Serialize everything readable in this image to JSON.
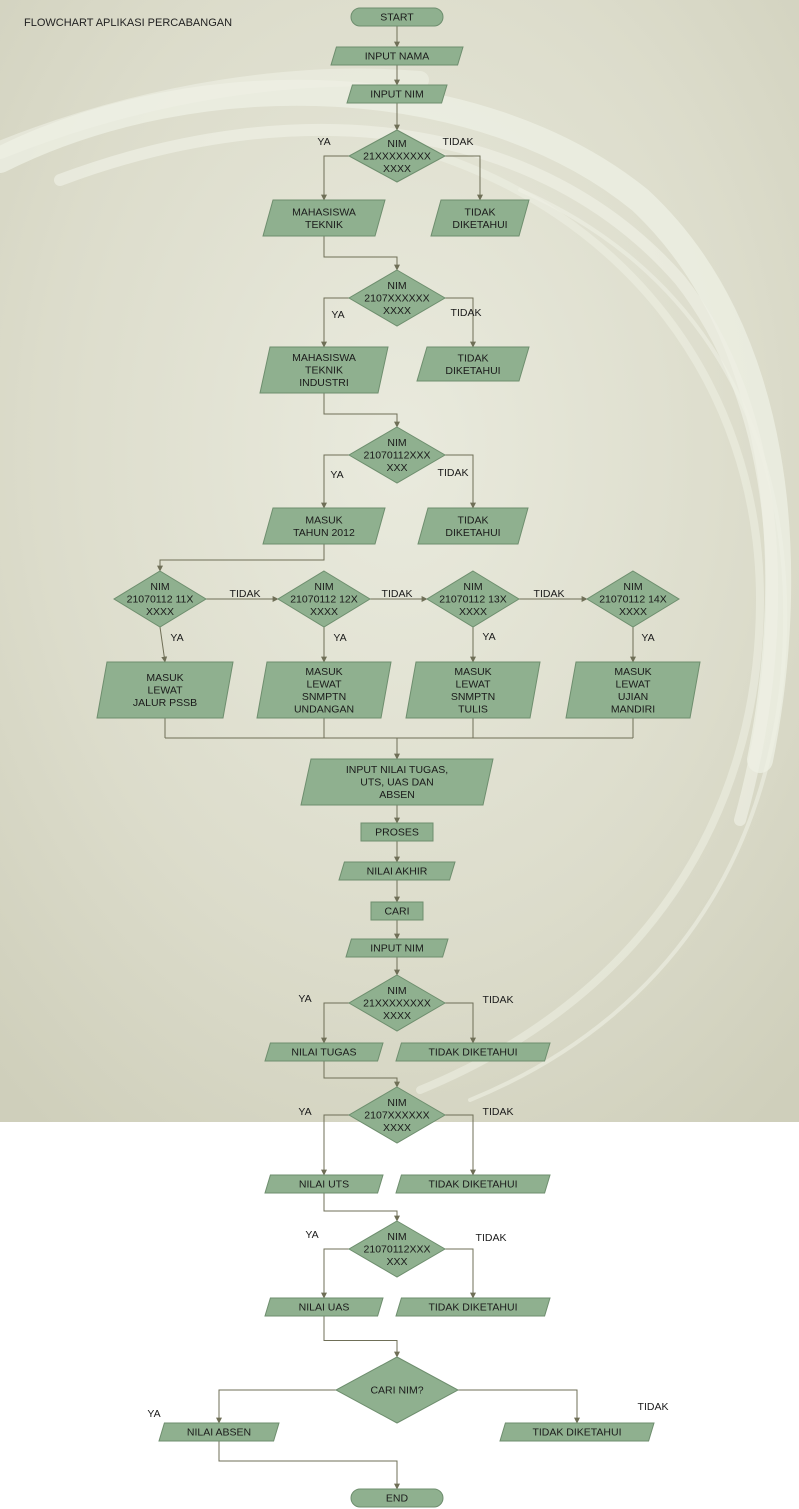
{
  "title": "FLOWCHART APLIKASI PERCABANGAN",
  "colors": {
    "shape_fill": "#8fb08f",
    "shape_stroke": "#6e8e6e",
    "connector": "#6f6f57",
    "background_band": "#d8d9c7",
    "swirl": "#eceee2"
  },
  "nodes": [
    {
      "id": "start",
      "type": "terminator",
      "lines": [
        "START"
      ]
    },
    {
      "id": "input_nama",
      "type": "io",
      "lines": [
        "INPUT NAMA"
      ]
    },
    {
      "id": "input_nim_1",
      "type": "io",
      "lines": [
        "INPUT NIM"
      ]
    },
    {
      "id": "dec_nim_21",
      "type": "decision",
      "lines": [
        "NIM",
        "21XXXXXXXX",
        "XXXX"
      ]
    },
    {
      "id": "mhs_teknik",
      "type": "io",
      "lines": [
        "MAHASISWA",
        "TEKNIK"
      ]
    },
    {
      "id": "tidak_1",
      "type": "io",
      "lines": [
        "TIDAK",
        "DIKETAHUI"
      ]
    },
    {
      "id": "dec_nim_2107",
      "type": "decision",
      "lines": [
        "NIM",
        "2107XXXXXX",
        "XXXX"
      ]
    },
    {
      "id": "mhs_industri",
      "type": "io",
      "lines": [
        "MAHASISWA",
        "TEKNIK",
        "INDUSTRI"
      ]
    },
    {
      "id": "tidak_2",
      "type": "io",
      "lines": [
        "TIDAK",
        "DIKETAHUI"
      ]
    },
    {
      "id": "dec_nim_21070112",
      "type": "decision",
      "lines": [
        "NIM",
        "21070112XXX",
        "XXX"
      ]
    },
    {
      "id": "masuk_2012",
      "type": "io",
      "lines": [
        "MASUK",
        "TAHUN 2012"
      ]
    },
    {
      "id": "tidak_3",
      "type": "io",
      "lines": [
        "TIDAK",
        "DIKETAHUI"
      ]
    },
    {
      "id": "dec_1211",
      "type": "decision",
      "lines": [
        "NIM",
        "21070112 11X",
        "XXXX"
      ]
    },
    {
      "id": "dec_1212",
      "type": "decision",
      "lines": [
        "NIM",
        "21070112 12X",
        "XXXX"
      ]
    },
    {
      "id": "dec_1213",
      "type": "decision",
      "lines": [
        "NIM",
        "21070112 13X",
        "XXXX"
      ]
    },
    {
      "id": "dec_1214",
      "type": "decision",
      "lines": [
        "NIM",
        "21070112 14X",
        "XXXX"
      ]
    },
    {
      "id": "pssb",
      "type": "io",
      "lines": [
        "MASUK",
        "LEWAT",
        "JALUR PSSB"
      ]
    },
    {
      "id": "snmptn_undangan",
      "type": "io",
      "lines": [
        "MASUK",
        "LEWAT",
        "SNMPTN",
        "UNDANGAN"
      ]
    },
    {
      "id": "snmptn_tulis",
      "type": "io",
      "lines": [
        "MASUK",
        "LEWAT",
        "SNMPTN",
        "TULIS"
      ]
    },
    {
      "id": "ujian_mandiri",
      "type": "io",
      "lines": [
        "MASUK",
        "LEWAT",
        "UJIAN",
        "MANDIRI"
      ]
    },
    {
      "id": "input_nilai",
      "type": "io",
      "lines": [
        "INPUT NILAI TUGAS,",
        "UTS, UAS DAN",
        "ABSEN"
      ]
    },
    {
      "id": "proses",
      "type": "process",
      "lines": [
        "PROSES"
      ]
    },
    {
      "id": "nilai_akhir",
      "type": "io",
      "lines": [
        "NILAI AKHIR"
      ]
    },
    {
      "id": "cari",
      "type": "process",
      "lines": [
        "CARI"
      ]
    },
    {
      "id": "input_nim_2",
      "type": "io",
      "lines": [
        "INPUT NIM"
      ]
    },
    {
      "id": "dec2_nim_21",
      "type": "decision",
      "lines": [
        "NIM",
        "21XXXXXXXX",
        "XXXX"
      ]
    },
    {
      "id": "nilai_tugas",
      "type": "io",
      "lines": [
        "NILAI TUGAS"
      ]
    },
    {
      "id": "tidak_4",
      "type": "io",
      "lines": [
        "TIDAK DIKETAHUI"
      ]
    },
    {
      "id": "dec2_nim_2107",
      "type": "decision",
      "lines": [
        "NIM",
        "2107XXXXXX",
        "XXXX"
      ]
    },
    {
      "id": "nilai_uts",
      "type": "io",
      "lines": [
        "NILAI UTS"
      ]
    },
    {
      "id": "tidak_5",
      "type": "io",
      "lines": [
        "TIDAK DIKETAHUI"
      ]
    },
    {
      "id": "dec2_nim_21070112",
      "type": "decision",
      "lines": [
        "NIM",
        "21070112XXX",
        "XXX"
      ]
    },
    {
      "id": "nilai_uas",
      "type": "io",
      "lines": [
        "NILAI UAS"
      ]
    },
    {
      "id": "tidak_6",
      "type": "io",
      "lines": [
        "TIDAK DIKETAHUI"
      ]
    },
    {
      "id": "dec_cari",
      "type": "decision",
      "lines": [
        "CARI NIM?"
      ]
    },
    {
      "id": "nilai_absen",
      "type": "io",
      "lines": [
        "NILAI ABSEN"
      ]
    },
    {
      "id": "tidak_7",
      "type": "io",
      "lines": [
        "TIDAK DIKETAHUI"
      ]
    },
    {
      "id": "end",
      "type": "terminator",
      "lines": [
        "END"
      ]
    }
  ],
  "edge_labels": [
    {
      "id": "d1_ya",
      "text": "YA"
    },
    {
      "id": "d1_tidak",
      "text": "TIDAK"
    },
    {
      "id": "d2_ya",
      "text": "YA"
    },
    {
      "id": "d2_tidak",
      "text": "TIDAK"
    },
    {
      "id": "d3_ya",
      "text": "YA"
    },
    {
      "id": "d3_tidak",
      "text": "TIDAK"
    },
    {
      "id": "r1_tidak",
      "text": "TIDAK"
    },
    {
      "id": "r2_tidak",
      "text": "TIDAK"
    },
    {
      "id": "r3_tidak",
      "text": "TIDAK"
    },
    {
      "id": "r1_ya",
      "text": "YA"
    },
    {
      "id": "r2_ya",
      "text": "YA"
    },
    {
      "id": "r3_ya",
      "text": "YA"
    },
    {
      "id": "r4_ya",
      "text": "YA"
    },
    {
      "id": "d4_ya",
      "text": "YA"
    },
    {
      "id": "d4_tidak",
      "text": "TIDAK"
    },
    {
      "id": "d5_ya",
      "text": "YA"
    },
    {
      "id": "d5_tidak",
      "text": "TIDAK"
    },
    {
      "id": "d6_ya",
      "text": "YA"
    },
    {
      "id": "d6_tidak",
      "text": "TIDAK"
    },
    {
      "id": "d7_ya",
      "text": "YA"
    },
    {
      "id": "d7_tidak",
      "text": "TIDAK"
    }
  ]
}
